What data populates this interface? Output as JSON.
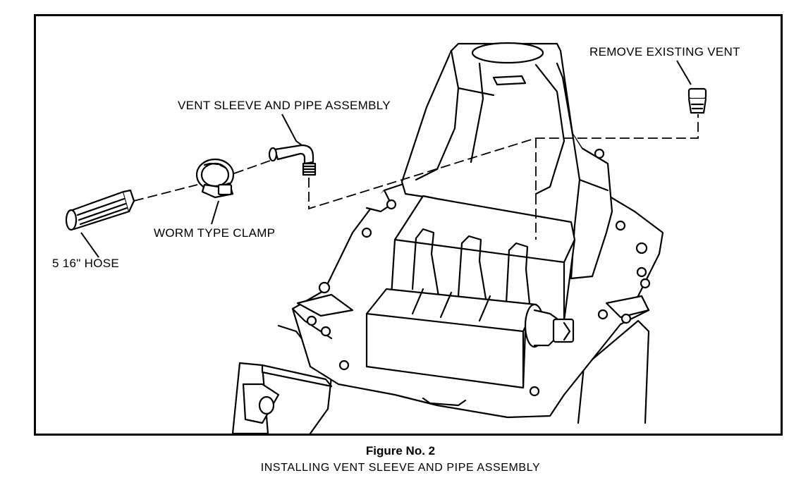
{
  "labels": {
    "remove_vent": "REMOVE EXISTING VENT",
    "vent_sleeve": "VENT SLEEVE AND PIPE ASSEMBLY",
    "worm_clamp": "WORM TYPE CLAMP",
    "hose": "5 16\" HOSE"
  },
  "caption": {
    "title": "Figure No. 2",
    "subtitle": "INSTALLING VENT SLEEVE AND PIPE ASSEMBLY"
  }
}
